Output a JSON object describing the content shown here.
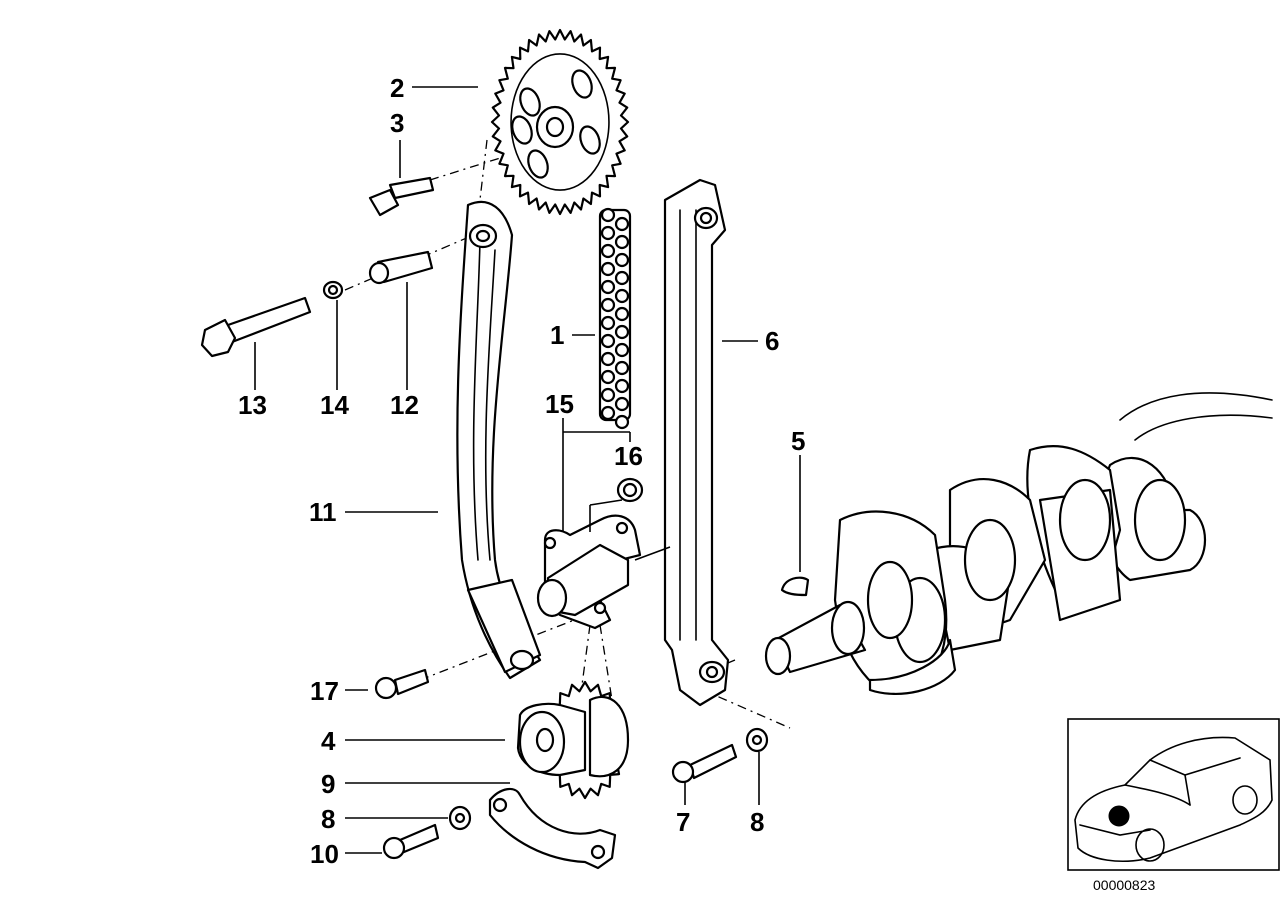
{
  "labels": {
    "p1": "1",
    "p2": "2",
    "p3": "3",
    "p4": "4",
    "p5": "5",
    "p6": "6",
    "p7": "7",
    "p8a": "8",
    "p8b": "8",
    "p9": "9",
    "p10": "10",
    "p11": "11",
    "p12": "12",
    "p13": "13",
    "p14": "14",
    "p15": "15",
    "p16": "16",
    "p17": "17"
  },
  "diagram_code": "00000823"
}
